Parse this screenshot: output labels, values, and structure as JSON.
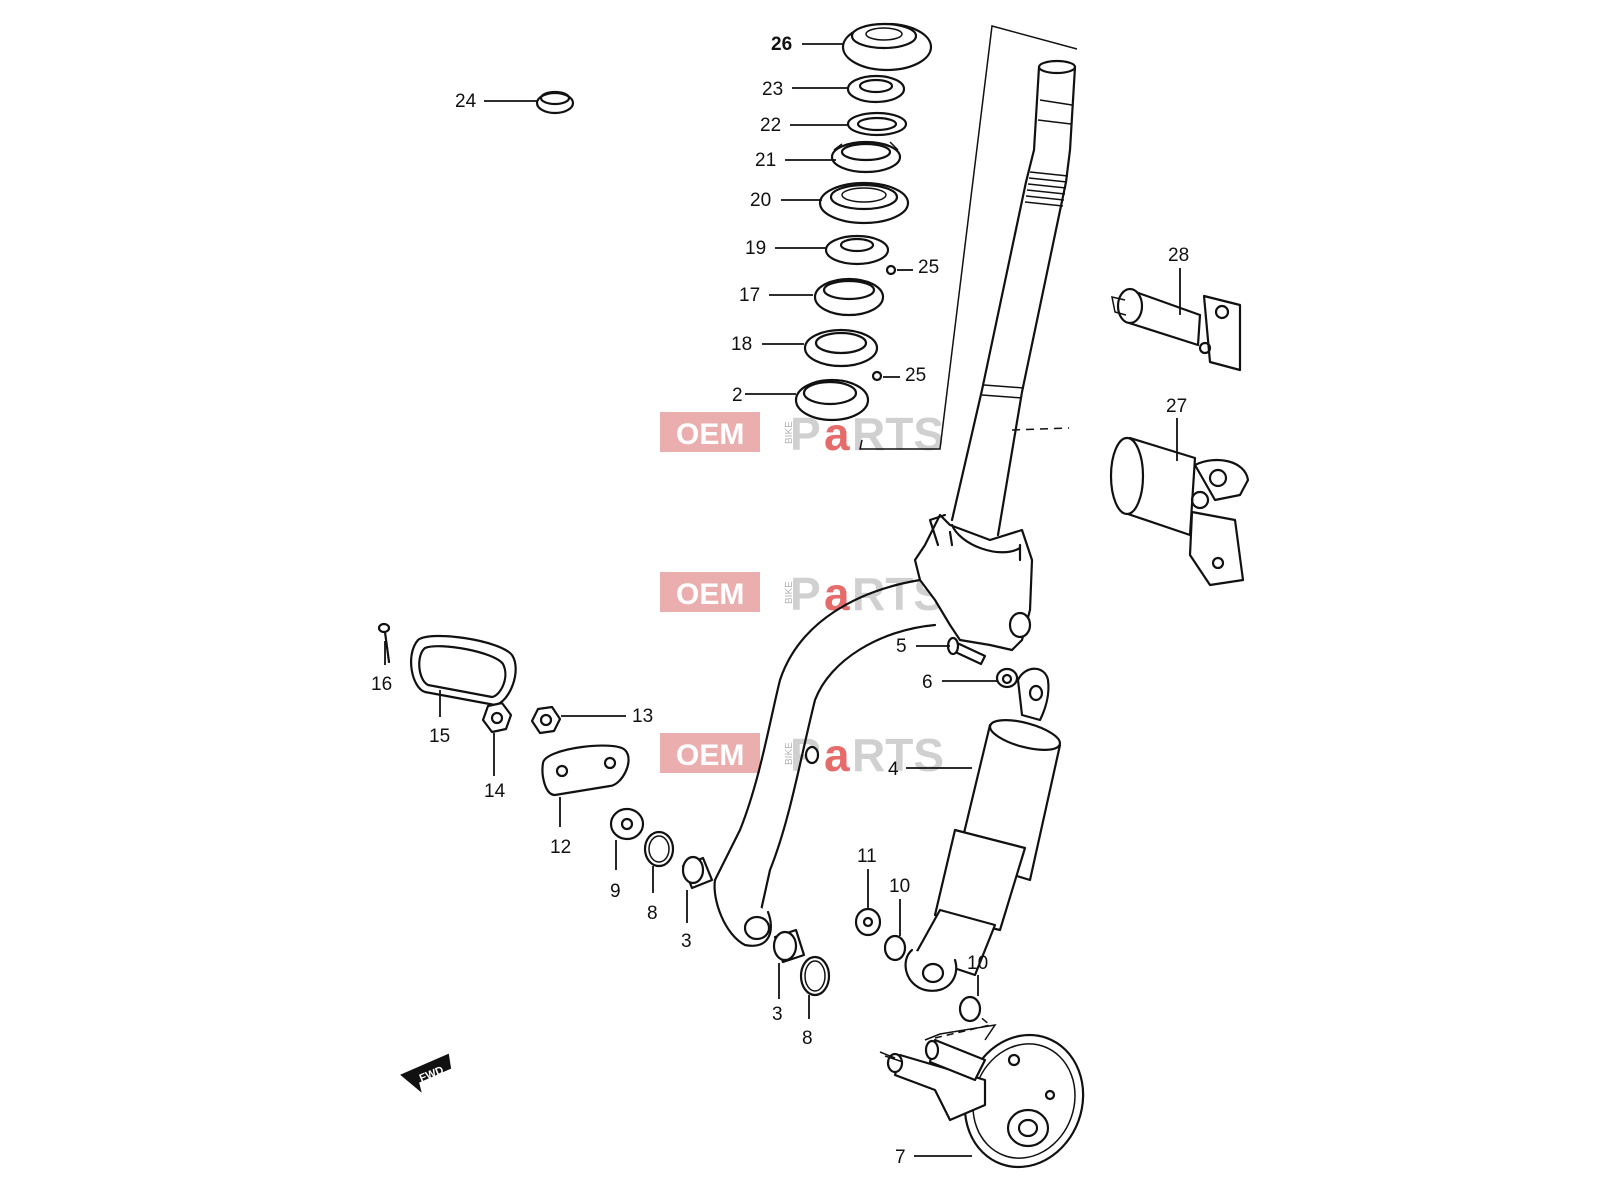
{
  "callouts": {
    "c26": "26",
    "c23": "23",
    "c22": "22",
    "c21": "21",
    "c20": "20",
    "c19": "19",
    "c25a": "25",
    "c17": "17",
    "c18": "18",
    "c25b": "25",
    "c2": "2",
    "c24": "24",
    "c28": "28",
    "c27": "27",
    "c5": "5",
    "c6": "6",
    "c16": "16",
    "c15": "15",
    "c13": "13",
    "c14": "14",
    "c4": "4",
    "c12": "12",
    "c9": "9",
    "c8a": "8",
    "c3a": "3",
    "c11": "11",
    "c10a": "10",
    "c10b": "10",
    "c3b": "3",
    "c8b": "8",
    "c7": "7"
  },
  "watermark": {
    "oem": "OEM",
    "bike": "BIKE",
    "parts_p": "P",
    "parts_a": "a",
    "parts_rts": "RTS"
  },
  "fwd_label": "FWD"
}
